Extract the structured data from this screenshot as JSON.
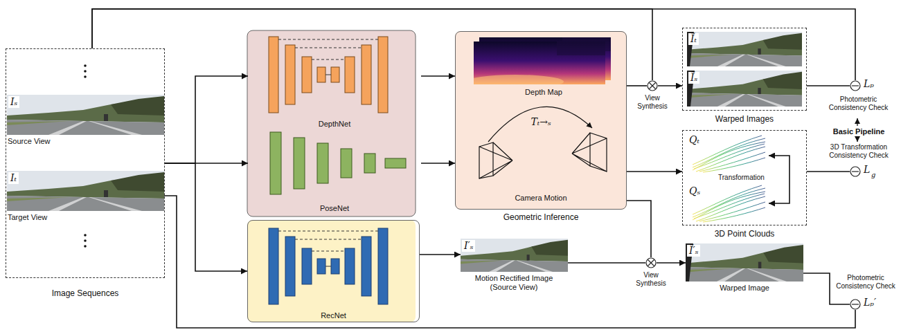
{
  "diagram": {
    "nodes": [
      {
        "text": [
          "Image Sequences"
        ]
      },
      {
        "text": [
          "Iₛ",
          "Source View"
        ],
        "in": 0
      },
      {
        "text": [
          "Iₜ",
          "Target View"
        ],
        "in": 0
      },
      {
        "text": [
          "DepthNet"
        ]
      },
      {
        "text": [
          "PoseNet"
        ]
      },
      {
        "text": [
          "RecNet"
        ]
      },
      {
        "text": [
          "Geometric Inference"
        ]
      },
      {
        "text": [
          "Depth Map"
        ],
        "in": 6
      },
      {
        "text": [
          "Tₜ→ₛ",
          "Camera Motion"
        ],
        "in": 6
      },
      {
        "text": [
          "View Synthesis"
        ]
      },
      {
        "text": [
          "Warped Images"
        ]
      },
      {
        "text": [
          "Ĩₜ"
        ],
        "in": 10
      },
      {
        "text": [
          "Ĩₛ"
        ],
        "in": 10
      },
      {
        "text": [
          "Lₚ"
        ]
      },
      {
        "text": [
          "3D Point Clouds"
        ]
      },
      {
        "text": [
          "Qₜ"
        ],
        "in": 14
      },
      {
        "text": [
          "Qₛ"
        ],
        "in": 14
      },
      {
        "text": [
          "L",
          "g"
        ]
      },
      {
        "text": [
          "View Synthesis"
        ]
      },
      {
        "text": [
          "I′ₛ",
          "Motion Rectified Image (Source View)"
        ]
      },
      {
        "text": [
          "Ĩ′ₛ",
          "Warped Image"
        ]
      },
      {
        "text": [
          "Lₚ′"
        ]
      }
    ],
    "edges": [
      {
        "from": 0,
        "to": 3,
        "arrow": "to"
      },
      {
        "from": 0,
        "to": 4,
        "arrow": "to"
      },
      {
        "from": 0,
        "to": 5,
        "arrow": "to"
      },
      {
        "from": 0,
        "to": 9,
        "arrow": "none"
      },
      {
        "from": 0,
        "to": 13,
        "arrow": "none"
      },
      {
        "from": 3,
        "to": 6,
        "arrow": "to"
      },
      {
        "from": 4,
        "to": 6,
        "arrow": "to"
      },
      {
        "from": 6,
        "to": 9,
        "arrow": "none"
      },
      {
        "from": 9,
        "to": 10,
        "arrow": "to"
      },
      {
        "from": 10,
        "to": 13,
        "arrow": "none"
      },
      {
        "from": 6,
        "to": 14,
        "arrow": "to"
      },
      {
        "from": 14,
        "to": 17,
        "arrow": "none"
      },
      {
        "from": 15,
        "to": 16,
        "arrow": "both",
        "label": "Transformation"
      },
      {
        "from": 6,
        "to": 18,
        "arrow": "none"
      },
      {
        "from": 5,
        "to": 19,
        "arrow": "to"
      },
      {
        "from": 19,
        "to": 18,
        "arrow": "none"
      },
      {
        "from": 18,
        "to": 20,
        "arrow": "to"
      },
      {
        "from": 20,
        "to": 21,
        "arrow": "none"
      },
      {
        "from": 2,
        "to": 21,
        "arrow": "none"
      }
    ],
    "labels": [
      "Photometric Consistency Check",
      "Basic Pipeline",
      "3D Transformation Consistency Check",
      "Photometric Consistency Check"
    ]
  }
}
